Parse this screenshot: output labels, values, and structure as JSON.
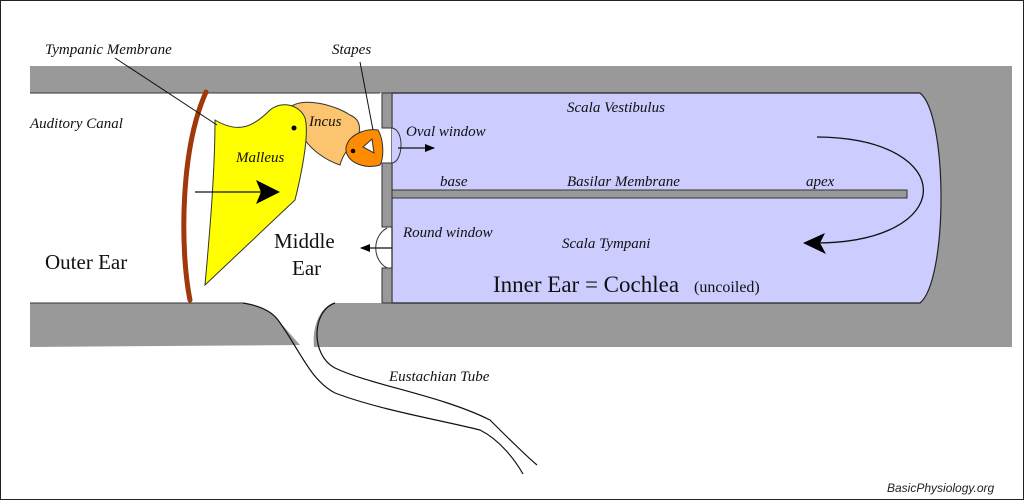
{
  "labels": {
    "tympanic_membrane": "Tympanic Membrane",
    "stapes": "Stapes",
    "auditory_canal": "Auditory Canal",
    "malleus": "Malleus",
    "incus": "Incus",
    "oval_window": "Oval window",
    "scala_vestibulus": "Scala Vestibulus",
    "base": "base",
    "basilar_membrane": "Basilar Membrane",
    "apex": "apex",
    "round_window": "Round window",
    "scala_tympani": "Scala Tympani",
    "middle_ear_line1": "Middle",
    "middle_ear_line2": "Ear",
    "outer_ear": "Outer Ear",
    "inner_ear": "Inner Ear = Cochlea",
    "uncoiled": "(uncoiled)",
    "eustachian_tube": "Eustachian Tube"
  },
  "credit": "BasicPhysiology.org",
  "colors": {
    "bone_gray": "#999999",
    "cochlea_fluid": "#ccccff",
    "malleus": "#ffff00",
    "incus": "#fcc46e",
    "stapes": "#ff8c00",
    "tympanic_membrane": "#a0380a"
  }
}
